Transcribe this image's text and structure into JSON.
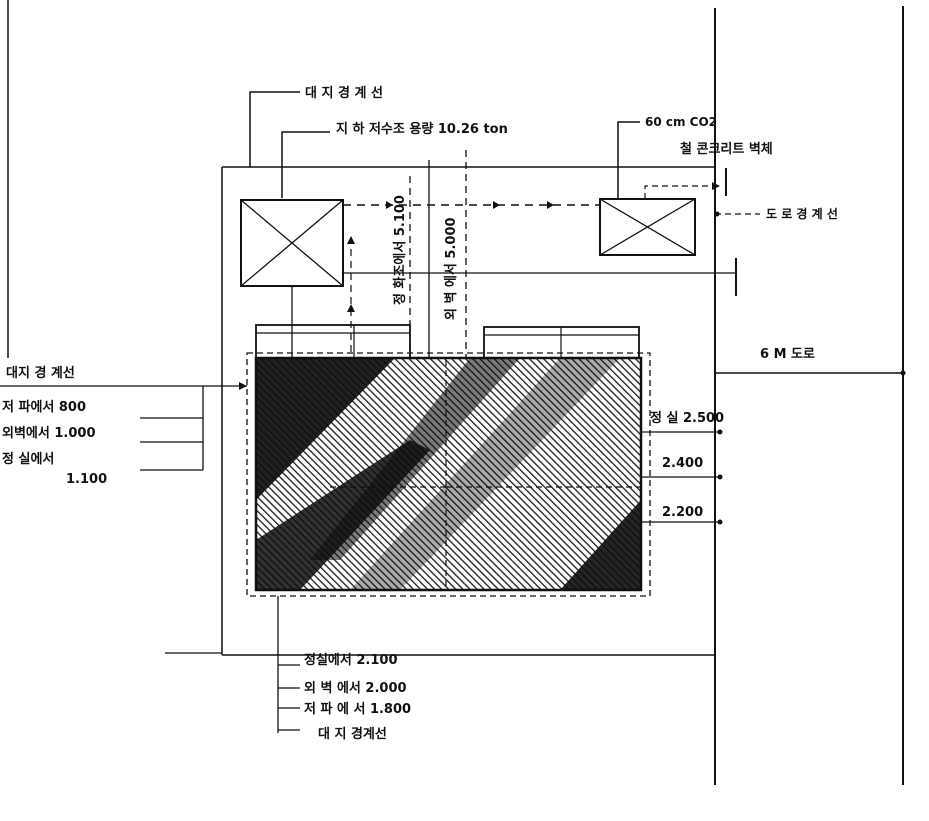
{
  "drawing": {
    "ink_color": "#111111",
    "paper_color": "#ffffff",
    "hatch_color": "#1a1a1a",
    "dark_fill": "#0d0d0d",
    "lines": [
      {
        "key": "boundary_top",
        "text": "대 지 경 계 선"
      },
      {
        "key": "underground_tank",
        "text": "지 하 저수조 용량 10.26 ton"
      },
      {
        "key": "co2_wall",
        "text": "60 cm CO2"
      },
      {
        "key": "concrete_wall",
        "text": "철 콘크리트 벽체"
      },
      {
        "key": "road_boundary",
        "text": "도 로 경 계 선"
      },
      {
        "key": "road_name",
        "text": "6 M 도로"
      },
      {
        "key": "vertical_septic",
        "text": "정 화조에서 5.100"
      },
      {
        "key": "vertical_outer",
        "text": "외 벽 에서 5.000"
      },
      {
        "key": "left_boundary",
        "text": "대지 경 계선"
      },
      {
        "key": "left_tank_800",
        "text": "저 파에서 800"
      },
      {
        "key": "left_wall_1000",
        "text": "외벽에서 1.000"
      },
      {
        "key": "left_septic_1100a",
        "text": "정 실에서"
      },
      {
        "key": "left_septic_1100b",
        "text": "1.100"
      },
      {
        "key": "right_septic_2500",
        "text": "정 실 2.500"
      },
      {
        "key": "right_2400",
        "text": "2.400"
      },
      {
        "key": "right_2200",
        "text": "2.200"
      },
      {
        "key": "bottom_septic",
        "text": "정실에서 2.100"
      },
      {
        "key": "bottom_outer",
        "text": "외 벽 에서 2.000"
      },
      {
        "key": "bottom_tank",
        "text": "저 파 에 서 1.800"
      },
      {
        "key": "bottom_boundary",
        "text": "대 지 경계선"
      }
    ]
  }
}
